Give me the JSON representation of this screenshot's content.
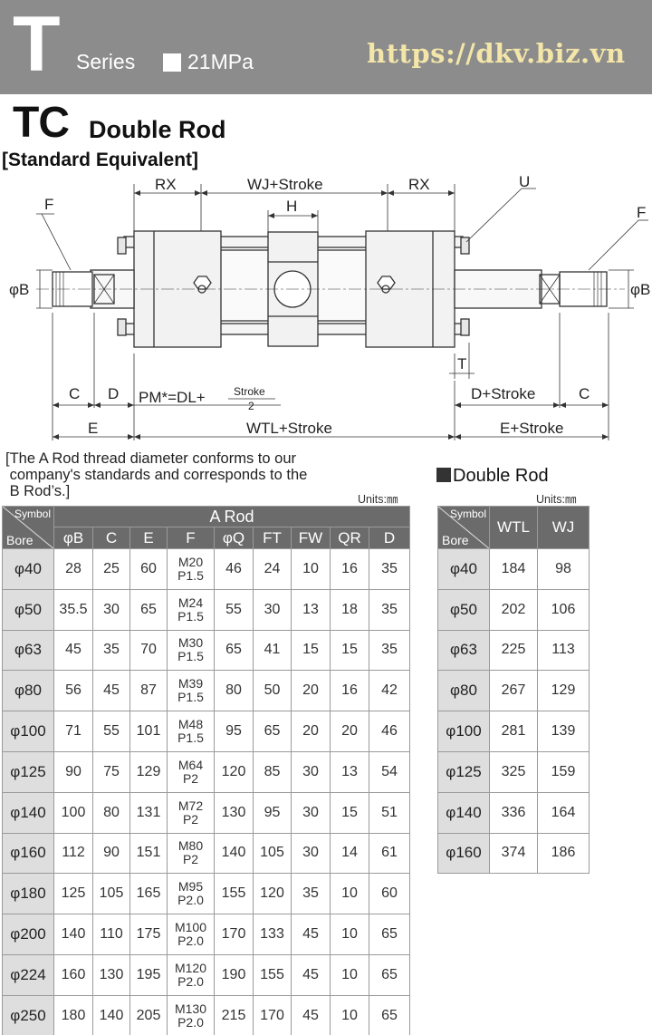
{
  "header": {
    "series_letter": "T",
    "series_label": "Series",
    "pressure": "21MPa",
    "url": "https://dkv.biz.vn"
  },
  "title": {
    "code": "TC",
    "name": "Double Rod",
    "subtitle": "[Standard Equivalent]"
  },
  "drawing": {
    "labels": {
      "rx": "RX",
      "wj_stroke": "WJ+Stroke",
      "h": "H",
      "u": "U",
      "f": "F",
      "phi_b": "φB",
      "t": "T",
      "c": "C",
      "d": "D",
      "pm_formula": "PM*=DL+",
      "frac_num": "Stroke",
      "frac_den": "2",
      "d_stroke": "D+Stroke",
      "e": "E",
      "wtl_stroke": "WTL+Stroke",
      "e_stroke": "E+Stroke"
    }
  },
  "note": {
    "line1": "[The A Rod thread diameter conforms to our",
    "line2": " company's standards and corresponds to the",
    "line3": " B Rod’s.]"
  },
  "units": "Units:㎜",
  "table_a": {
    "symbol_label": "Symbol",
    "bore_label": "Bore",
    "group_label": "A Rod",
    "columns": [
      "φB",
      "C",
      "E",
      "F",
      "φQ",
      "FT",
      "FW",
      "QR",
      "D"
    ],
    "rows": [
      {
        "bore": "φ40",
        "B": "28",
        "C": "25",
        "E": "60",
        "F1": "M20",
        "F2": "P1.5",
        "Q": "46",
        "FT": "24",
        "FW": "10",
        "QR": "16",
        "D": "35"
      },
      {
        "bore": "φ50",
        "B": "35.5",
        "C": "30",
        "E": "65",
        "F1": "M24",
        "F2": "P1.5",
        "Q": "55",
        "FT": "30",
        "FW": "13",
        "QR": "18",
        "D": "35"
      },
      {
        "bore": "φ63",
        "B": "45",
        "C": "35",
        "E": "70",
        "F1": "M30",
        "F2": "P1.5",
        "Q": "65",
        "FT": "41",
        "FW": "15",
        "QR": "15",
        "D": "35"
      },
      {
        "bore": "φ80",
        "B": "56",
        "C": "45",
        "E": "87",
        "F1": "M39",
        "F2": "P1.5",
        "Q": "80",
        "FT": "50",
        "FW": "20",
        "QR": "16",
        "D": "42"
      },
      {
        "bore": "φ100",
        "B": "71",
        "C": "55",
        "E": "101",
        "F1": "M48",
        "F2": "P1.5",
        "Q": "95",
        "FT": "65",
        "FW": "20",
        "QR": "20",
        "D": "46"
      },
      {
        "bore": "φ125",
        "B": "90",
        "C": "75",
        "E": "129",
        "F1": "M64",
        "F2": "P2",
        "Q": "120",
        "FT": "85",
        "FW": "30",
        "QR": "13",
        "D": "54"
      },
      {
        "bore": "φ140",
        "B": "100",
        "C": "80",
        "E": "131",
        "F1": "M72",
        "F2": "P2",
        "Q": "130",
        "FT": "95",
        "FW": "30",
        "QR": "15",
        "D": "51"
      },
      {
        "bore": "φ160",
        "B": "112",
        "C": "90",
        "E": "151",
        "F1": "M80",
        "F2": "P2",
        "Q": "140",
        "FT": "105",
        "FW": "30",
        "QR": "14",
        "D": "61"
      },
      {
        "bore": "φ180",
        "B": "125",
        "C": "105",
        "E": "165",
        "F1": "M95",
        "F2": "P2.0",
        "Q": "155",
        "FT": "120",
        "FW": "35",
        "QR": "10",
        "D": "60"
      },
      {
        "bore": "φ200",
        "B": "140",
        "C": "110",
        "E": "175",
        "F1": "M100",
        "F2": "P2.0",
        "Q": "170",
        "FT": "133",
        "FW": "45",
        "QR": "10",
        "D": "65"
      },
      {
        "bore": "φ224",
        "B": "160",
        "C": "130",
        "E": "195",
        "F1": "M120",
        "F2": "P2.0",
        "Q": "190",
        "FT": "155",
        "FW": "45",
        "QR": "10",
        "D": "65"
      },
      {
        "bore": "φ250",
        "B": "180",
        "C": "140",
        "E": "205",
        "F1": "M130",
        "F2": "P2.0",
        "Q": "215",
        "FT": "170",
        "FW": "45",
        "QR": "10",
        "D": "65"
      }
    ]
  },
  "table_b": {
    "title": "Double Rod",
    "symbol_label": "Symbol",
    "bore_label": "Bore",
    "columns": [
      "WTL",
      "WJ"
    ],
    "rows": [
      {
        "bore": "φ40",
        "WTL": "184",
        "WJ": "98"
      },
      {
        "bore": "φ50",
        "WTL": "202",
        "WJ": "106"
      },
      {
        "bore": "φ63",
        "WTL": "225",
        "WJ": "113"
      },
      {
        "bore": "φ80",
        "WTL": "267",
        "WJ": "129"
      },
      {
        "bore": "φ100",
        "WTL": "281",
        "WJ": "139"
      },
      {
        "bore": "φ125",
        "WTL": "325",
        "WJ": "159"
      },
      {
        "bore": "φ140",
        "WTL": "336",
        "WJ": "164"
      },
      {
        "bore": "φ160",
        "WTL": "374",
        "WJ": "186"
      }
    ]
  }
}
